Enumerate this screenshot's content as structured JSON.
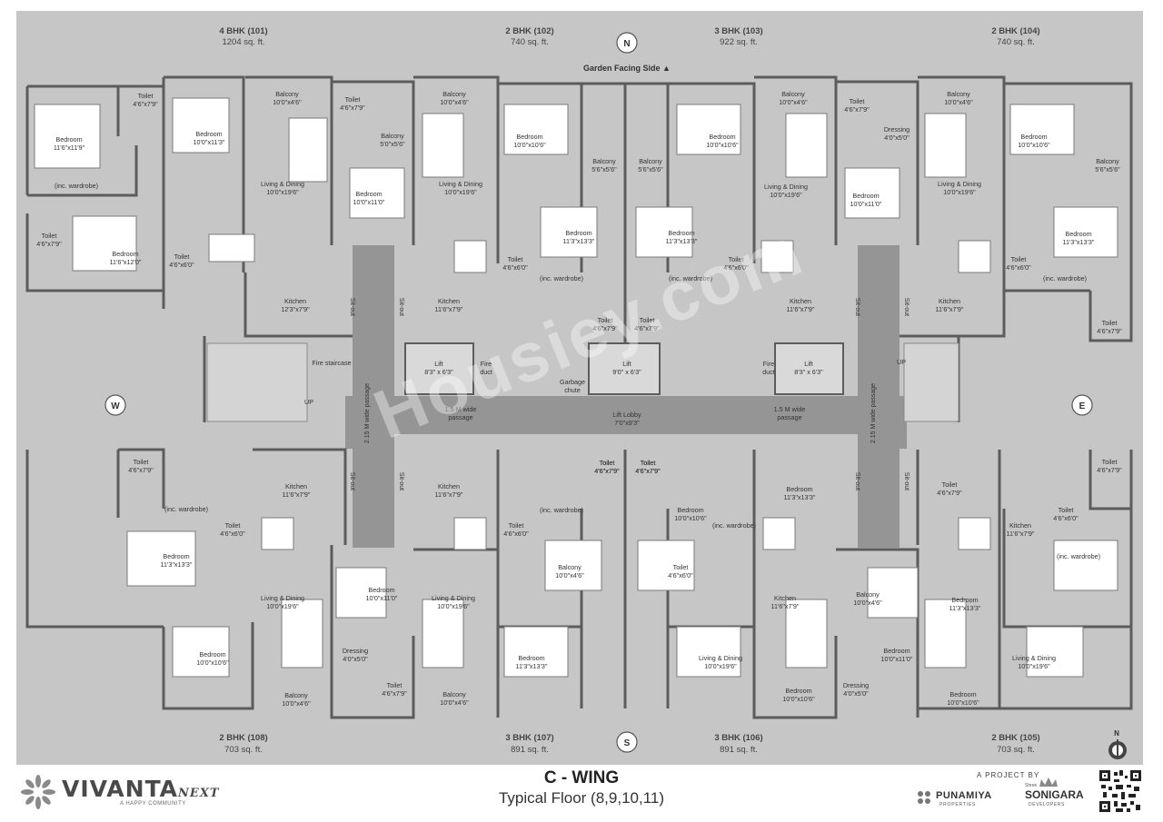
{
  "units_top": [
    {
      "name": "4 BHK (101)",
      "area": "1204 sq. ft."
    },
    {
      "name": "2 BHK (102)",
      "area": "740 sq. ft."
    },
    {
      "name": "3 BHK (103)",
      "area": "922 sq. ft."
    },
    {
      "name": "2 BHK (104)",
      "area": "740 sq. ft."
    }
  ],
  "units_bottom": [
    {
      "name": "2 BHK (108)",
      "area": "703 sq. ft."
    },
    {
      "name": "3 BHK (107)",
      "area": "891 sq. ft."
    },
    {
      "name": "3 BHK (106)",
      "area": "891 sq. ft."
    },
    {
      "name": "2 BHK (105)",
      "area": "703 sq. ft."
    }
  ],
  "compass": {
    "north": "N",
    "south": "S",
    "west": "W",
    "east": "E"
  },
  "garden_label": "Garden Facing Side ▲",
  "room_labels": [
    {
      "id": "t1",
      "lines": [
        "Toilet",
        "4'6\"x7'9\""
      ]
    },
    {
      "id": "t2",
      "lines": [
        "Bedroom",
        "10'0\"x11'3\""
      ]
    },
    {
      "id": "t3",
      "lines": [
        "Balcony",
        "10'0\"x4'6\""
      ]
    },
    {
      "id": "t4",
      "lines": [
        "Toilet",
        "4'6\"x7'9\""
      ]
    },
    {
      "id": "t5",
      "lines": [
        "Bedroom",
        "11'6\"x11'9\""
      ]
    },
    {
      "id": "t6",
      "lines": [
        "Balcony",
        "5'0\"x5'6\""
      ]
    },
    {
      "id": "t7",
      "lines": [
        "Living & Dining",
        "10'0\"x19'6\""
      ]
    },
    {
      "id": "t8",
      "lines": [
        "Bedroom",
        "10'0\"x11'0\""
      ]
    },
    {
      "id": "t9",
      "lines": [
        "(inc. wardrobe)"
      ]
    },
    {
      "id": "t10",
      "lines": [
        "Toilet",
        "4'6\"x7'9\""
      ]
    },
    {
      "id": "t11",
      "lines": [
        "Bedroom",
        "11'6\"x12'0\""
      ]
    },
    {
      "id": "t12",
      "lines": [
        "Toilet",
        "4'6\"x6'0\""
      ]
    },
    {
      "id": "t13",
      "lines": [
        "Kitchen",
        "12'3\"x7'9\""
      ]
    },
    {
      "id": "t14",
      "lines": [
        "Fire staircase"
      ]
    },
    {
      "id": "t15",
      "lines": [
        "UP"
      ]
    },
    {
      "id": "t16",
      "lines": [
        "Balcony",
        "10'0\"x4'6\""
      ]
    },
    {
      "id": "t17",
      "lines": [
        "Bedroom",
        "10'0\"x10'6\""
      ]
    },
    {
      "id": "t18",
      "lines": [
        "Balcony",
        "5'6\"x5'6\""
      ]
    },
    {
      "id": "t19",
      "lines": [
        "Living & Dining",
        "10'0\"x19'6\""
      ]
    },
    {
      "id": "t20",
      "lines": [
        "Bedroom",
        "11'3\"x13'3\""
      ]
    },
    {
      "id": "t21",
      "lines": [
        "Toilet",
        "4'6\"x6'0\""
      ]
    },
    {
      "id": "t22",
      "lines": [
        "(inc. wardrobe)"
      ]
    },
    {
      "id": "t23",
      "lines": [
        "Kitchen",
        "11'6\"x7'9\""
      ]
    },
    {
      "id": "t24",
      "lines": [
        "Toilet",
        "4'6\"x7'9\""
      ]
    },
    {
      "id": "t25",
      "lines": [
        "Toilet",
        "4'6\"x7'9\""
      ]
    },
    {
      "id": "t26",
      "lines": [
        "Lift",
        "8'3\" x 6'3\""
      ]
    },
    {
      "id": "t27",
      "lines": [
        "Fire",
        "duct"
      ]
    },
    {
      "id": "t28",
      "lines": [
        "Garbage",
        "chute"
      ]
    },
    {
      "id": "t29",
      "lines": [
        "Lift",
        "9'0\" x 6'3\""
      ]
    },
    {
      "id": "t30",
      "lines": [
        "Lift Lobby",
        "7'0\"x9'3\""
      ]
    },
    {
      "id": "t31",
      "lines": [
        "1.5 M wide",
        "passage"
      ]
    },
    {
      "id": "t32",
      "lines": [
        "1.5 M wide",
        "passage"
      ]
    },
    {
      "id": "t33",
      "lines": [
        "Balcony",
        "5'6\"x5'6\""
      ]
    },
    {
      "id": "t34",
      "lines": [
        "Bedroom",
        "10'0\"x10'6\""
      ]
    },
    {
      "id": "t35",
      "lines": [
        "Bedroom",
        "11'3\"x13'3\""
      ]
    },
    {
      "id": "t36",
      "lines": [
        "(inc. wardrobe)"
      ]
    },
    {
      "id": "t37",
      "lines": [
        "Balcony",
        "10'0\"x4'6\""
      ]
    },
    {
      "id": "t38",
      "lines": [
        "Toilet",
        "4'6\"x7'9\""
      ]
    },
    {
      "id": "t39",
      "lines": [
        "Dressing",
        "4'0\"x5'0\""
      ]
    },
    {
      "id": "t40",
      "lines": [
        "Living & Dining",
        "10'0\"x19'6\""
      ]
    },
    {
      "id": "t41",
      "lines": [
        "Bedroom",
        "10'0\"x11'0\""
      ]
    },
    {
      "id": "t42",
      "lines": [
        "Toilet",
        "4'6\"x6'0\""
      ]
    },
    {
      "id": "t43",
      "lines": [
        "Kitchen",
        "11'6\"x7'9\""
      ]
    },
    {
      "id": "t44",
      "lines": [
        "Lift",
        "8'3\" x 6'3\""
      ]
    },
    {
      "id": "t45",
      "lines": [
        "Fire",
        "duct"
      ]
    },
    {
      "id": "t46",
      "lines": [
        "Balcony",
        "10'0\"x4'6\""
      ]
    },
    {
      "id": "t47",
      "lines": [
        "Bedroom",
        "10'0\"x10'6\""
      ]
    },
    {
      "id": "t48",
      "lines": [
        "Balcony",
        "5'6\"x5'6\""
      ]
    },
    {
      "id": "t49",
      "lines": [
        "Living & Dining",
        "10'0\"x19'6\""
      ]
    },
    {
      "id": "t50",
      "lines": [
        "Bedroom",
        "11'3\"x13'3\""
      ]
    },
    {
      "id": "t51",
      "lines": [
        "Toilet",
        "4'6\"x6'0\""
      ]
    },
    {
      "id": "t52",
      "lines": [
        "(inc. wardrobe)"
      ]
    },
    {
      "id": "t53",
      "lines": [
        "Kitchen",
        "11'6\"x7'9\""
      ]
    },
    {
      "id": "t54",
      "lines": [
        "Toilet",
        "4'6\"x7'9\""
      ]
    },
    {
      "id": "t55",
      "lines": [
        "UP"
      ]
    },
    {
      "id": "t56",
      "lines": [
        "Toilet",
        "4'6\"x7'9\""
      ]
    },
    {
      "id": "t57",
      "lines": [
        "Kitchen",
        "11'6\"x7'9\""
      ]
    },
    {
      "id": "t58",
      "lines": [
        "(inc. wardrobe)"
      ]
    },
    {
      "id": "t59",
      "lines": [
        "Toilet",
        "4'6\"x6'0\""
      ]
    },
    {
      "id": "t60",
      "lines": [
        "Bedroom",
        "11'3\"x13'3\""
      ]
    },
    {
      "id": "t61",
      "lines": [
        "Living & Dining",
        "10'0\"x19'6\""
      ]
    },
    {
      "id": "t62",
      "lines": [
        "Bedroom",
        "10'0\"x10'6\""
      ]
    },
    {
      "id": "t63",
      "lines": [
        "Balcony",
        "10'0\"x4'6\""
      ]
    },
    {
      "id": "t64",
      "lines": [
        "Bedroom",
        "10'0\"x11'0\""
      ]
    },
    {
      "id": "t65",
      "lines": [
        "Dressing",
        "4'0\"x5'0\""
      ]
    },
    {
      "id": "t66",
      "lines": [
        "Toilet",
        "4'6\"x7'9\""
      ]
    },
    {
      "id": "t67",
      "lines": [
        "Kitchen",
        "11'6\"x7'9\""
      ]
    },
    {
      "id": "t68",
      "lines": [
        "Toilet",
        "4'6\"x6'0\""
      ]
    },
    {
      "id": "t69",
      "lines": [
        "Living & Dining",
        "10'0\"x19'6\""
      ]
    },
    {
      "id": "t70",
      "lines": [
        "Balcony",
        "10'0\"x4'6\""
      ]
    },
    {
      "id": "t71",
      "lines": [
        "Toilet",
        "4'6\"x7'9\""
      ]
    },
    {
      "id": "t72",
      "lines": [
        "Toilet",
        "4'6\"x7'9\""
      ]
    },
    {
      "id": "t73",
      "lines": [
        "(inc. wardrobe)"
      ]
    },
    {
      "id": "t74",
      "lines": [
        "Bedroom",
        "11'3\"x13'3\""
      ]
    },
    {
      "id": "t75",
      "lines": [
        "Bedroom",
        "10'0\"x10'6\""
      ]
    },
    {
      "id": "t76",
      "lines": [
        "(inc. wardrobe)"
      ]
    },
    {
      "id": "t77",
      "lines": [
        "Toilet",
        "4'6\"x6'0\""
      ]
    },
    {
      "id": "t78",
      "lines": [
        "Bedroom",
        "11'3\"x13'3\""
      ]
    },
    {
      "id": "t79",
      "lines": [
        "Kitchen",
        "11'6\"x7'9\""
      ]
    },
    {
      "id": "t80",
      "lines": [
        "Living & Dining",
        "10'0\"x19'6\""
      ]
    },
    {
      "id": "t81",
      "lines": [
        "Bedroom",
        "10'0\"x10'6\""
      ]
    },
    {
      "id": "t82",
      "lines": [
        "Balcony",
        "10'0\"x4'6\""
      ]
    },
    {
      "id": "t83",
      "lines": [
        "Bedroom",
        "10'0\"x11'0\""
      ]
    },
    {
      "id": "t84",
      "lines": [
        "Dressing",
        "4'0\"x5'0\""
      ]
    },
    {
      "id": "t85",
      "lines": [
        "Toilet",
        "4'6\"x7'9\""
      ]
    },
    {
      "id": "t86",
      "lines": [
        "Toilet",
        "4'6\"x7'9\""
      ]
    },
    {
      "id": "t87",
      "lines": [
        "Kitchen",
        "11'6\"x7'9\""
      ]
    },
    {
      "id": "t88",
      "lines": [
        "Toilet",
        "4'6\"x6'0\""
      ]
    },
    {
      "id": "t89",
      "lines": [
        "(inc. wardrobe)"
      ]
    },
    {
      "id": "t90",
      "lines": [
        "Bedroom",
        "11'3\"x13'3\""
      ]
    },
    {
      "id": "t91",
      "lines": [
        "Living & Dining",
        "10'0\"x19'6\""
      ]
    },
    {
      "id": "t92",
      "lines": [
        "Bedroom",
        "10'0\"x10'6\""
      ]
    },
    {
      "id": "t93",
      "lines": [
        "Balcony",
        "10'0\"x4'6\""
      ]
    },
    {
      "id": "t94",
      "lines": [
        "Toilet",
        "4'6\"x7'9\""
      ]
    },
    {
      "id": "t95",
      "lines": [
        "Toilet",
        "4'6\"x7'9\""
      ]
    }
  ],
  "vertical_labels": [
    {
      "id": "v1",
      "text": "Sit-out"
    },
    {
      "id": "v2",
      "text": "Sit-out"
    },
    {
      "id": "v3",
      "text": "Sit-out"
    },
    {
      "id": "v4",
      "text": "Sit-out"
    },
    {
      "id": "v5",
      "text": "Sit-out"
    },
    {
      "id": "v6",
      "text": "Sit-out"
    },
    {
      "id": "v7",
      "text": "Sit-out"
    },
    {
      "id": "v8",
      "text": "Sit-out"
    },
    {
      "id": "v9",
      "text": "2.15 M wide passage"
    },
    {
      "id": "v10",
      "text": "2.15 M wide passage"
    }
  ],
  "title": "C - WING",
  "subtitle": "Typical Floor (8,9,10,11)",
  "brand": {
    "name": "VIVANTA",
    "suffix": "NEXT",
    "tagline": "A HAPPY COMMUNITY"
  },
  "project_by": "A PROJECT BY",
  "developer1": {
    "name": "PUNAMIYA",
    "sub": "PROPERTIES"
  },
  "developer2": {
    "pre": "Shree",
    "name": "SONIGARA",
    "sub": "DEVELOPERS"
  },
  "watermark": "Housiey.com",
  "colors": {
    "background": "#c6c6c6",
    "corridor": "#959595",
    "wall": "#5c5c5c",
    "room": "#ffffff",
    "label": "#333333"
  }
}
